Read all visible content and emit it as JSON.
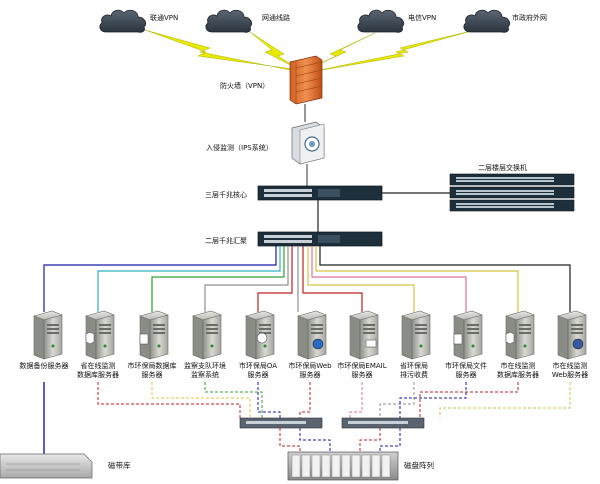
{
  "clouds": {
    "unicom_vpn": "联通VPN",
    "netcom_line": "网通线路",
    "telecom_vpn": "电信VPN",
    "gov_extranet": "市政府外网"
  },
  "devices": {
    "firewall": "防火墙（VPN）",
    "ips": "入侵监测（IPS系统）",
    "core_switch": "三层千兆核心",
    "agg_switch": "二层千兆汇聚",
    "floor_switch": "二层楼层交换机",
    "tape_library": "磁带库",
    "disk_array": "磁盘阵列"
  },
  "servers": [
    {
      "line1": "数据备份服务器",
      "line2": ""
    },
    {
      "line1": "省在线监测",
      "line2": "数据库服务器"
    },
    {
      "line1": "市环保局数据库",
      "line2": "服务器"
    },
    {
      "line1": "监察支队环境",
      "line2": "监察系统"
    },
    {
      "line1": "市环保局OA",
      "line2": "服务器"
    },
    {
      "line1": "市环保局Web",
      "line2": "服务器"
    },
    {
      "line1": "市环保局EMAIL",
      "line2": "服务器"
    },
    {
      "line1": "省环保局",
      "line2": "排污收费"
    },
    {
      "line1": "市环保局文件",
      "line2": "服务器"
    },
    {
      "line1": "市在线监测",
      "line2": "数据库服务器"
    },
    {
      "line1": "市在线监测",
      "line2": "Web服务器"
    }
  ],
  "colors": {
    "lightning": "#e8e800",
    "link_blue": "#1a1aa8",
    "link_cyan": "#30b0c0",
    "link_green": "#30a030",
    "link_red": "#c02020",
    "link_gray": "#909090",
    "link_pink": "#e070a0",
    "link_yellow": "#d8c040",
    "link_black": "#202020",
    "cloud": "#3a4652",
    "firewall": "#e07030",
    "switch": "#1e2f3c"
  }
}
